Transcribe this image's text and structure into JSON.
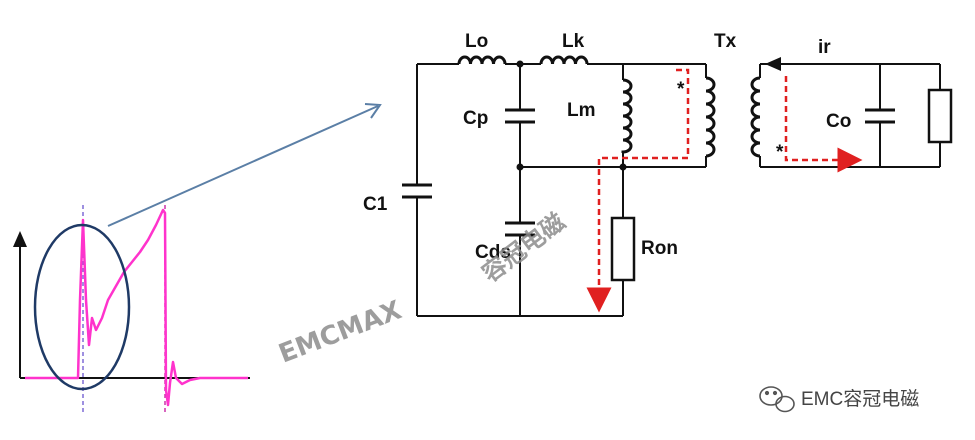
{
  "labels": {
    "lo": "Lo",
    "lk": "Lk",
    "tx": "Tx",
    "ir": "ir",
    "cp": "Cp",
    "lm": "Lm",
    "co": "Co",
    "c1": "C1",
    "cds": "Cds",
    "ron": "Ron",
    "dot_primary": "*",
    "dot_secondary": "*"
  },
  "watermarks": {
    "brand": "EMCMAX",
    "chinese": "容冠电磁"
  },
  "credit": {
    "text": "EMC容冠电磁",
    "icon": "wechat-icon"
  },
  "colors": {
    "wire": "#111111",
    "current_path": "#e02020",
    "waveform": "#ff33cc",
    "highlight_ellipse": "#1f3a66",
    "pointer_arrow": "#5b7fa6",
    "marker_line": "#7f6bd6"
  }
}
